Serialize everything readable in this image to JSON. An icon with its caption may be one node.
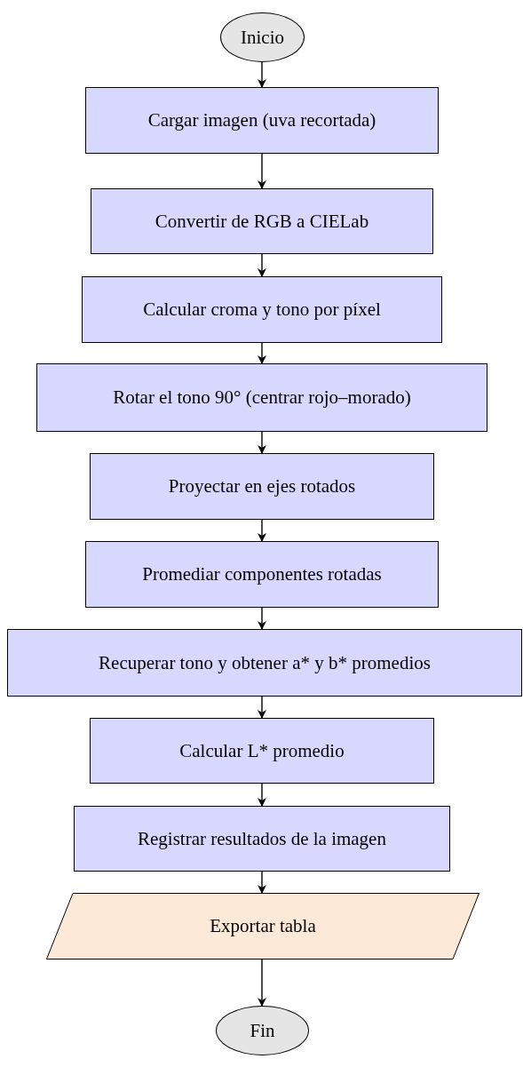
{
  "diagram": {
    "nodes": [
      {
        "text": [
          "Inicio"
        ]
      },
      {
        "text": [
          "Cargar imagen (uva recortada)"
        ]
      },
      {
        "text": [
          "Convertir de RGB a CIELab"
        ]
      },
      {
        "text": [
          "Calcular croma y tono por píxel"
        ]
      },
      {
        "text": [
          "Rotar el tono 90° (centrar rojo–morado)"
        ]
      },
      {
        "text": [
          "Proyectar en ejes rotados"
        ]
      },
      {
        "text": [
          "Promediar componentes rotadas"
        ]
      },
      {
        "text": [
          "Recuperar tono y obtener a* y b* promedios"
        ]
      },
      {
        "text": [
          "Calcular L* promedio"
        ]
      },
      {
        "text": [
          "Registrar resultados de la imagen"
        ]
      },
      {
        "text": [
          "Exportar tabla"
        ]
      },
      {
        "text": [
          "Fin"
        ]
      }
    ],
    "edges": [
      {
        "from": 0,
        "to": 1,
        "arrow": "to"
      },
      {
        "from": 1,
        "to": 2,
        "arrow": "to"
      },
      {
        "from": 2,
        "to": 3,
        "arrow": "to"
      },
      {
        "from": 3,
        "to": 4,
        "arrow": "to"
      },
      {
        "from": 4,
        "to": 5,
        "arrow": "to"
      },
      {
        "from": 5,
        "to": 6,
        "arrow": "to"
      },
      {
        "from": 6,
        "to": 7,
        "arrow": "to"
      },
      {
        "from": 7,
        "to": 8,
        "arrow": "to"
      },
      {
        "from": 8,
        "to": 9,
        "arrow": "to"
      },
      {
        "from": 9,
        "to": 10,
        "arrow": "to"
      },
      {
        "from": 10,
        "to": 11,
        "arrow": "to"
      }
    ]
  }
}
